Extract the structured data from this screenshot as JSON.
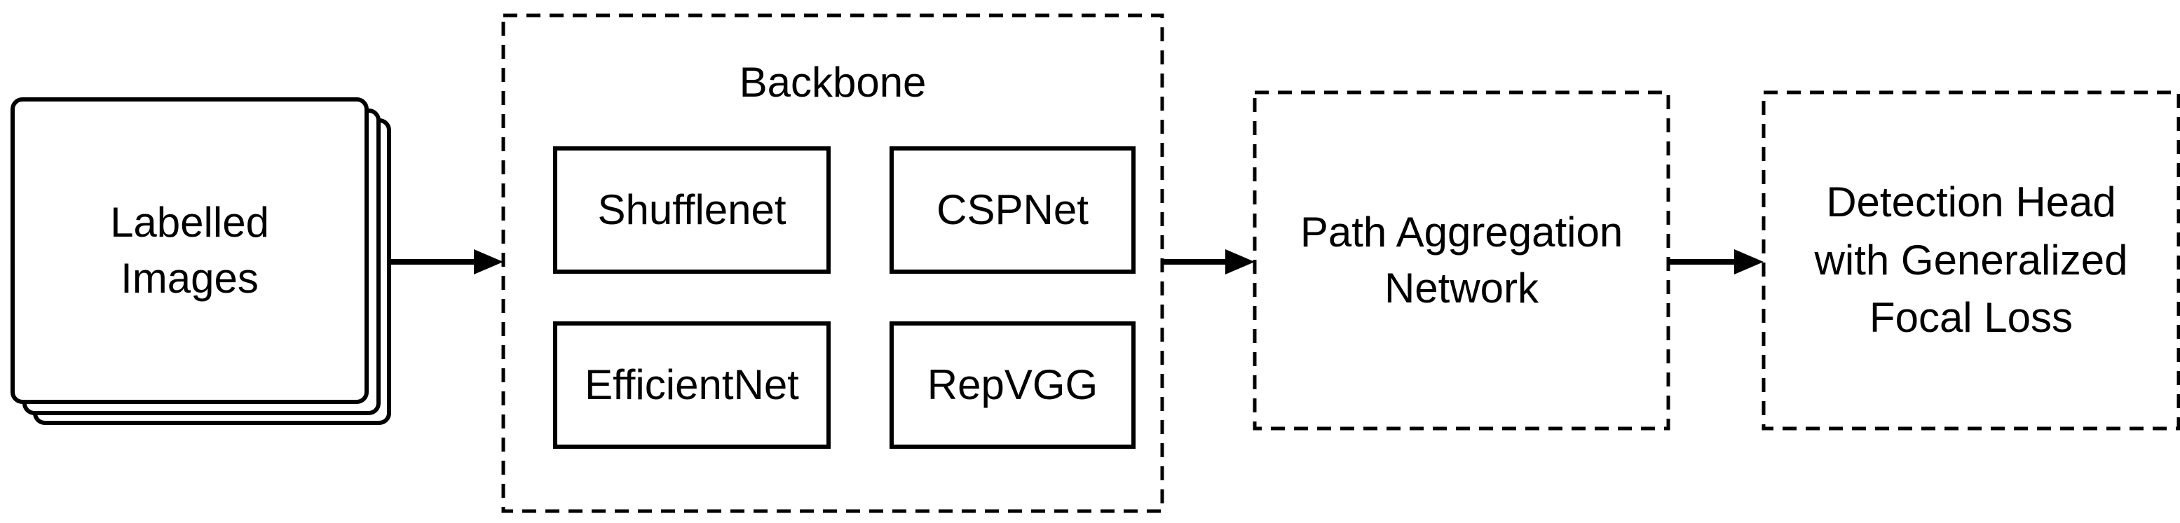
{
  "input": {
    "label_line1": "Labelled",
    "label_line2": "Images"
  },
  "backbone": {
    "title": "Backbone",
    "options": [
      "Shufflenet",
      "CSPNet",
      "EfficientNet",
      "RepVGG"
    ]
  },
  "neck": {
    "label_line1": "Path Aggregation",
    "label_line2": "Network"
  },
  "head": {
    "label_line1": "Detection Head",
    "label_line2": "with Generalized",
    "label_line3": "Focal Loss"
  }
}
